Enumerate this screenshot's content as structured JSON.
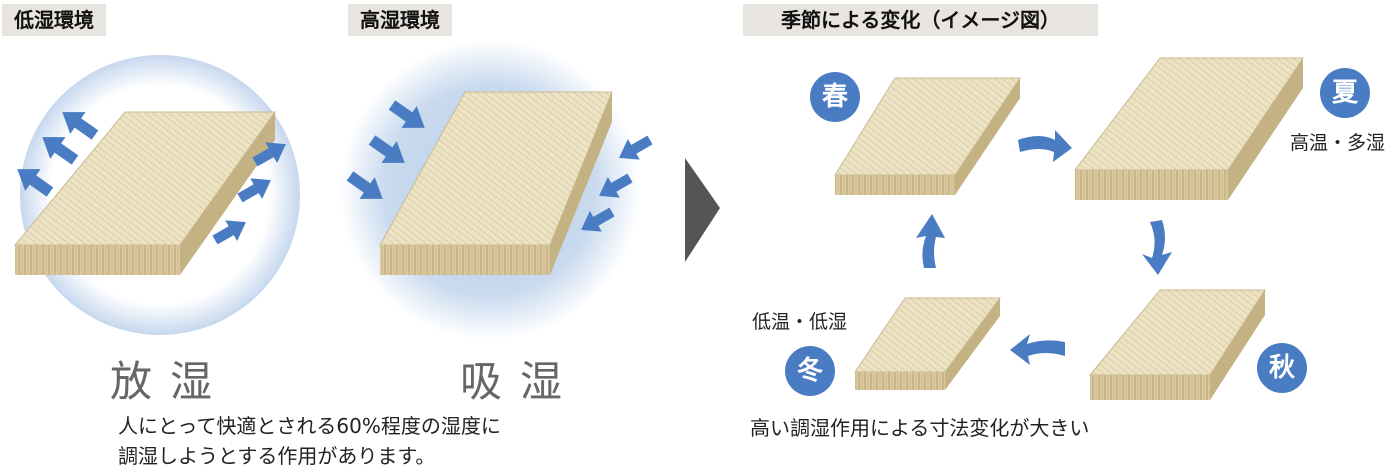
{
  "labels": {
    "low_env": "低湿環境",
    "high_env": "高湿環境",
    "season_title": "季節による変化（イメージ図）"
  },
  "big": {
    "release": "放湿",
    "absorb": "吸湿"
  },
  "desc": {
    "line1": "人にとって快適とされる60%程度の湿度に",
    "line2": "調湿しようとする作用があります。",
    "right": "高い調湿作用による寸法変化が大きい"
  },
  "seasons": {
    "spring": "春",
    "summer": "夏",
    "autumn": "秋",
    "winter": "冬"
  },
  "conditions": {
    "summer": "高温・多湿",
    "winter": "低温・低湿"
  },
  "colors": {
    "arrow": "#4a7cc4",
    "badge": "#4a7cc4",
    "wood_top": "#ede3c6",
    "wood_front": "#d9c9a0",
    "wood_side": "#c7b586",
    "tag_bg": "#e8e4df",
    "divider": "#555555"
  }
}
